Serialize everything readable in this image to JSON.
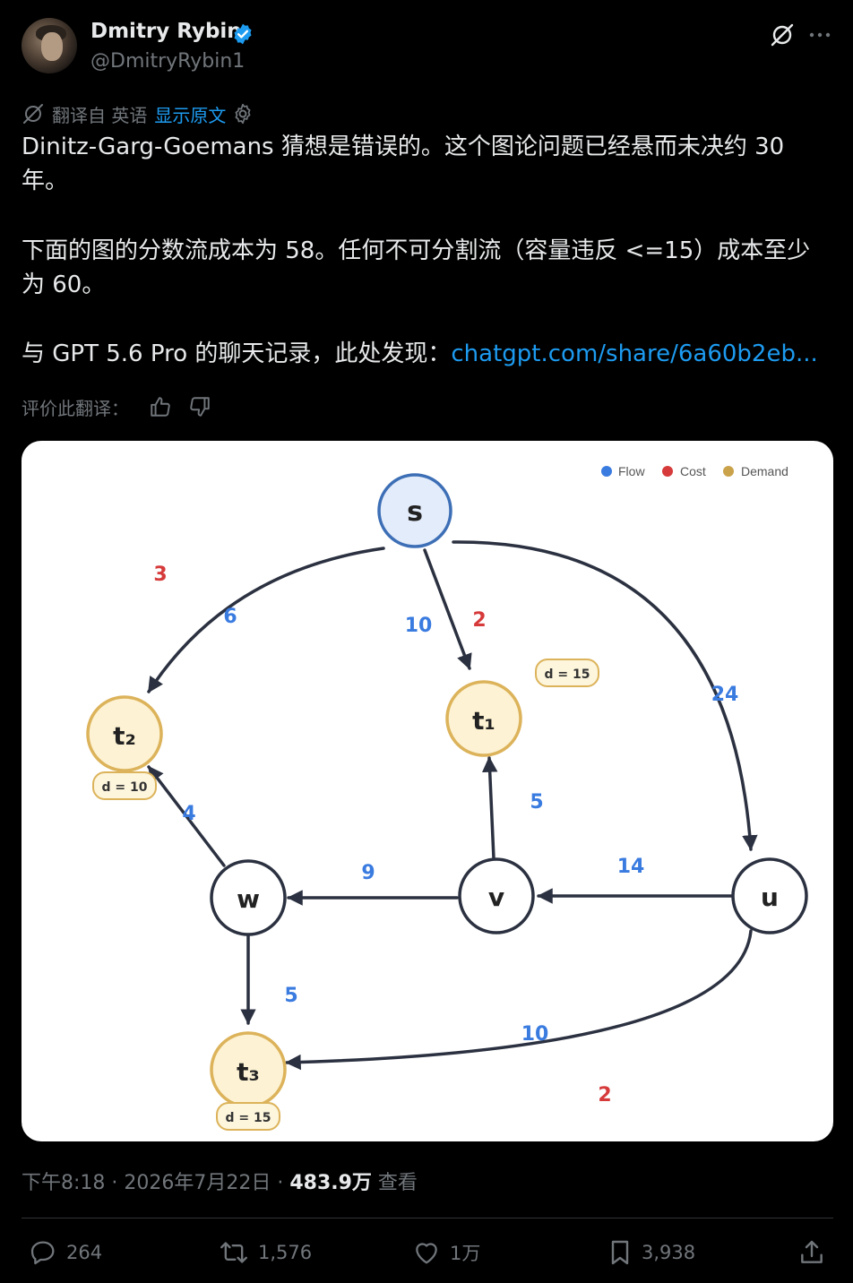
{
  "author": {
    "name": "Dmitry Rybin",
    "handle": "@DmitryRybin1"
  },
  "translation": {
    "translated_from": "翻译自 英语",
    "show_original": "显示原文"
  },
  "tweet": {
    "paragraph1": "Dinitz-Garg-Goemans 猜想是错误的。这个图论问题已经悬而未决约 30 年。",
    "paragraph2": "下面的图的分数流成本为 58。任何不可分割流（容量违反 <=15）成本至少为 60。",
    "paragraph3_prefix": "与 GPT 5.6 Pro 的聊天记录，此处发现：",
    "link_text": "chatgpt.com/share/6a60b2eb..."
  },
  "rate_translation": "评价此翻译：",
  "graph": {
    "legend": {
      "flow": "Flow",
      "cost": "Cost",
      "demand": "Demand"
    },
    "nodes": {
      "s": "s",
      "t1": "t₁",
      "t2": "t₂",
      "t3": "t₃",
      "w": "w",
      "v": "v",
      "u": "u"
    },
    "demands": {
      "t1": "d = 15",
      "t2": "d = 10",
      "t3": "d = 15"
    },
    "edge_labels": {
      "s_t2_flow": "6",
      "s_t2_cost": "3",
      "s_t1_flow": "10",
      "s_t1_cost": "2",
      "s_u_flow": "24",
      "v_t1_flow": "5",
      "w_t2_flow": "4",
      "v_w_flow": "9",
      "u_v_flow": "14",
      "w_t3_flow": "5",
      "u_t3_flow": "10",
      "u_t3_cost": "2"
    },
    "colors": {
      "flow": "#3a7be0",
      "cost": "#d63a3a",
      "demand": "#c9a24a"
    }
  },
  "meta": {
    "time": "下午8:18 · 2026年7月22日 · ",
    "views": "483.9万",
    "views_label": " 查看"
  },
  "actions": {
    "replies": "264",
    "reposts": "1,576",
    "likes": "1万",
    "bookmarks": "3,938"
  }
}
